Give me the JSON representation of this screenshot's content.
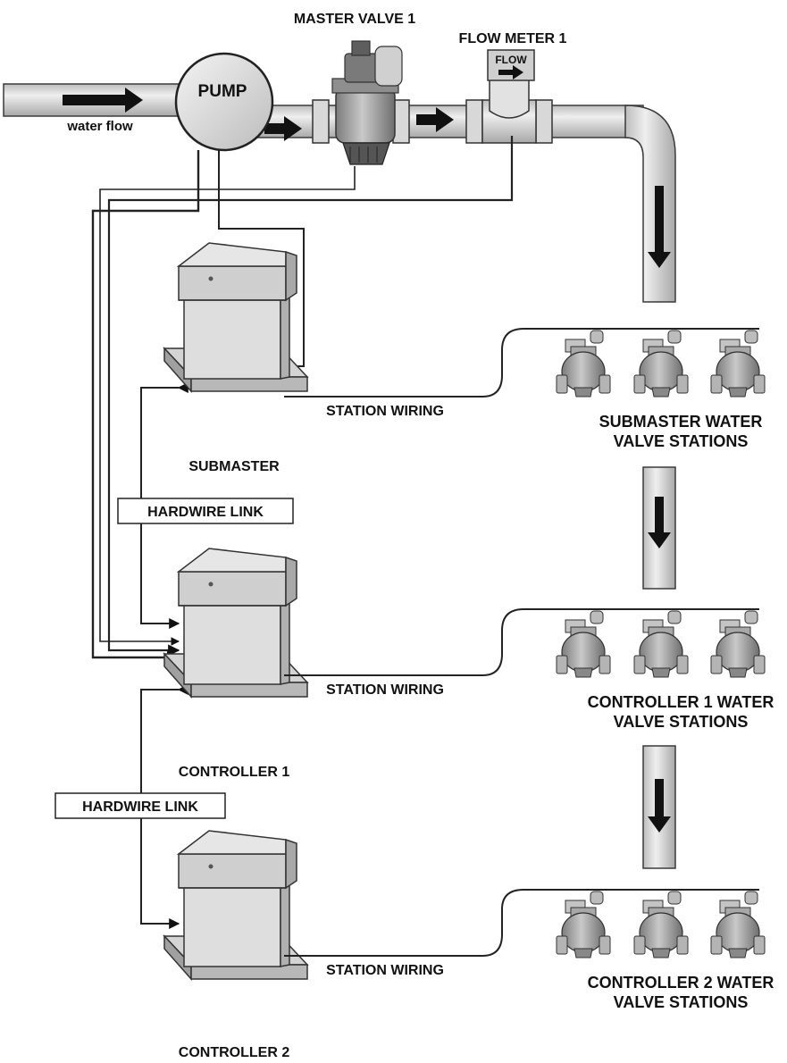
{
  "labels": {
    "master_valve": "MASTER VALVE 1",
    "flow_meter": "FLOW METER 1",
    "flow": "FLOW",
    "pump": "PUMP",
    "water_flow": "water flow",
    "station_wiring_1": "STATION WIRING",
    "station_wiring_2": "STATION WIRING",
    "station_wiring_3": "STATION WIRING",
    "submaster_stations_line1": "SUBMASTER WATER",
    "submaster_stations_line2": "VALVE STATIONS",
    "controller1_stations_line1": "CONTROLLER 1 WATER",
    "controller1_stations_line2": "VALVE STATIONS",
    "controller2_stations_line1": "CONTROLLER 2 WATER",
    "controller2_stations_line2": "VALVE STATIONS",
    "submaster": "SUBMASTER",
    "controller1": "CONTROLLER 1",
    "controller2": "CONTROLLER 2",
    "hardwire_link_1": "HARDWIRE LINK",
    "hardwire_link_2": "HARDWIRE LINK"
  },
  "colors": {
    "pipe_fill": "#dcdcdc",
    "pipe_stroke": "#3a3a3a",
    "cabinet_light": "#e4e4e4",
    "cabinet_mid": "#c8c8c8",
    "cabinet_dark": "#9a9a9a",
    "valve_body": "#9c9c9c",
    "wire": "#222222",
    "arrow": "#111111"
  }
}
